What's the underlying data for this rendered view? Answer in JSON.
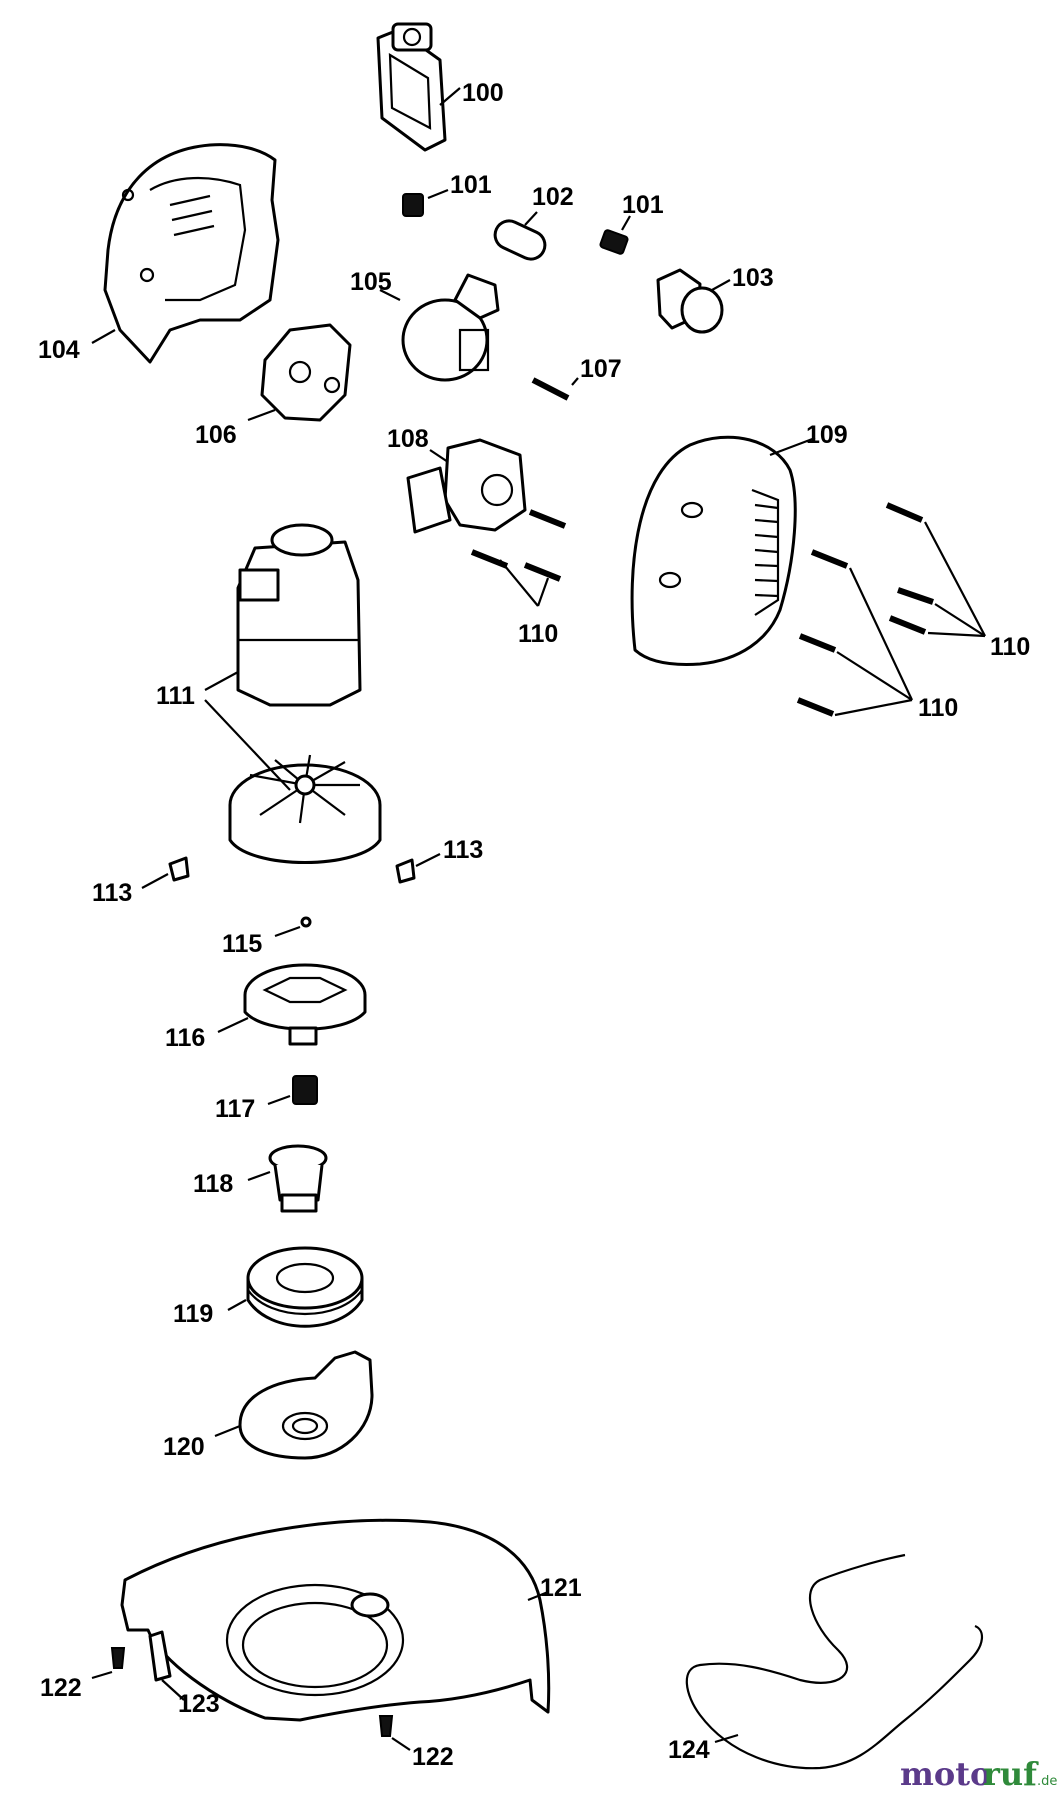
{
  "labels": {
    "p100": "100",
    "p101a": "101",
    "p101b": "101",
    "p102": "102",
    "p103": "103",
    "p104": "104",
    "p105": "105",
    "p106": "106",
    "p107": "107",
    "p108": "108",
    "p109": "109",
    "p110a": "110",
    "p110b": "110",
    "p110c": "110",
    "p111": "111",
    "p113a": "113",
    "p113b": "113",
    "p115": "115",
    "p116": "116",
    "p117": "117",
    "p118": "118",
    "p119": "119",
    "p120": "120",
    "p121": "121",
    "p122a": "122",
    "p122b": "122",
    "p123": "123",
    "p124": "124"
  },
  "watermark": {
    "part1": "moto",
    "part2": "ruf",
    "suffix": ".de"
  }
}
